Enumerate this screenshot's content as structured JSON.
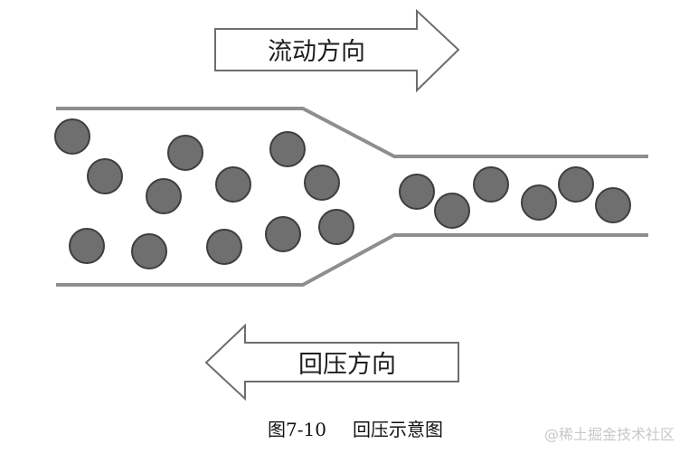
{
  "labels": {
    "flow_direction": "流动方向",
    "back_pressure_direction": "回压方向"
  },
  "caption": {
    "figure_number": "图7-10",
    "figure_title": "回压示意图"
  },
  "watermark": {
    "text": "@稀土掘金技术社区"
  },
  "colors": {
    "particle_fill": "#6f6f6f",
    "particle_stroke": "#3e3e3e",
    "pipe_stroke": "#8e8e8e",
    "arrow_stroke": "#6d6d6d"
  }
}
